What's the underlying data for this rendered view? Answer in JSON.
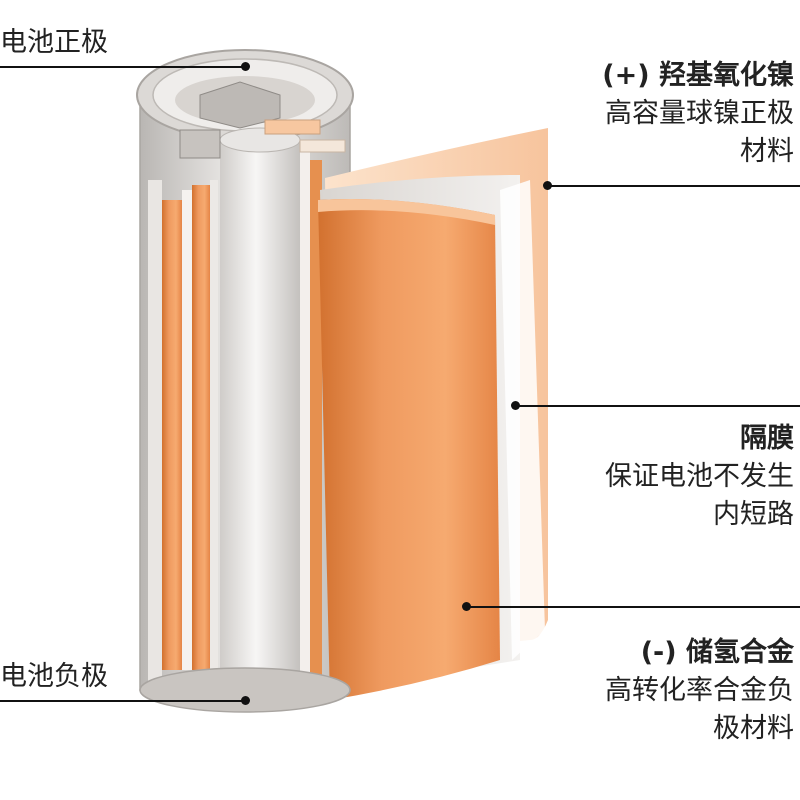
{
  "labels": {
    "positive_terminal": "电池正极",
    "negative_terminal": "电池负极",
    "cathode": {
      "title": "(+) 羟基氧化镍",
      "desc_line1": "高容量球镍正极",
      "desc_line2": "材料"
    },
    "separator": {
      "title": "隔膜",
      "desc_line1": "保证电池不发生",
      "desc_line2": "内短路"
    },
    "anode": {
      "title": "(-) 储氢合金",
      "desc_line1": "高转化率合金负",
      "desc_line2": "极材料"
    }
  },
  "colors": {
    "anode_orange": "#f0a066",
    "anode_dark": "#c8652a",
    "cathode_peach": "#fbd7b8",
    "separator_gray": "#e8e4e0",
    "steel": "#c9c7c5",
    "leader": "#111111"
  }
}
